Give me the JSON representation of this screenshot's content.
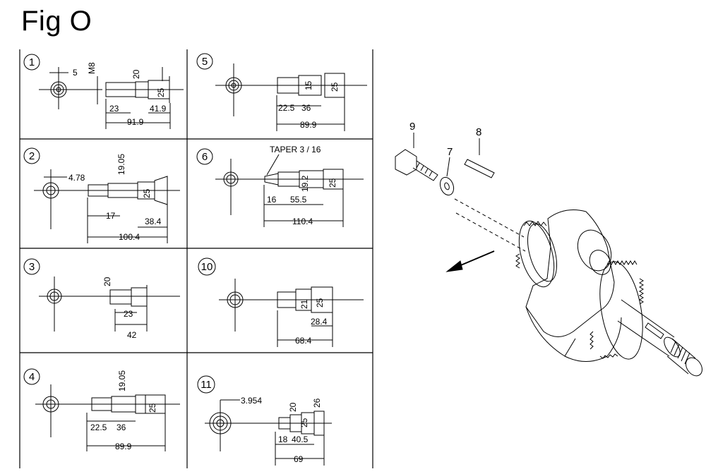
{
  "title": "Fig O",
  "panels": [
    {
      "id": "1",
      "dims": {
        "a": "5",
        "b": "M8",
        "c": "20",
        "d": "25",
        "e": "23",
        "f": "41.9",
        "g": "91.9"
      }
    },
    {
      "id": "5",
      "dims": {
        "a": "15",
        "b": "25",
        "c": "22.5",
        "d": "36",
        "e": "89.9"
      }
    },
    {
      "id": "2",
      "dims": {
        "a": "4.78",
        "b": "19.05",
        "c": "25",
        "d": "17",
        "e": "38.4",
        "f": "100.4"
      }
    },
    {
      "id": "6",
      "dims": {
        "taper": "TAPER 3 / 16",
        "a": "19.2",
        "b": "25",
        "c": "16",
        "d": "55.5",
        "e": "110.4"
      }
    },
    {
      "id": "3",
      "dims": {
        "a": "20",
        "b": "23",
        "c": "42"
      }
    },
    {
      "id": "10",
      "dims": {
        "a": "21",
        "b": "25",
        "c": "28.4",
        "d": "68.4"
      }
    },
    {
      "id": "4",
      "dims": {
        "a": "19.05",
        "b": "25",
        "c": "22.5",
        "d": "36",
        "e": "89.9"
      }
    },
    {
      "id": "11",
      "dims": {
        "a": "3.954",
        "b": "20",
        "c": "26",
        "d": "25",
        "e": "18",
        "f": "40.5",
        "g": "69"
      }
    }
  ],
  "parts": {
    "p9": "9",
    "p8": "8",
    "p7": "7"
  }
}
